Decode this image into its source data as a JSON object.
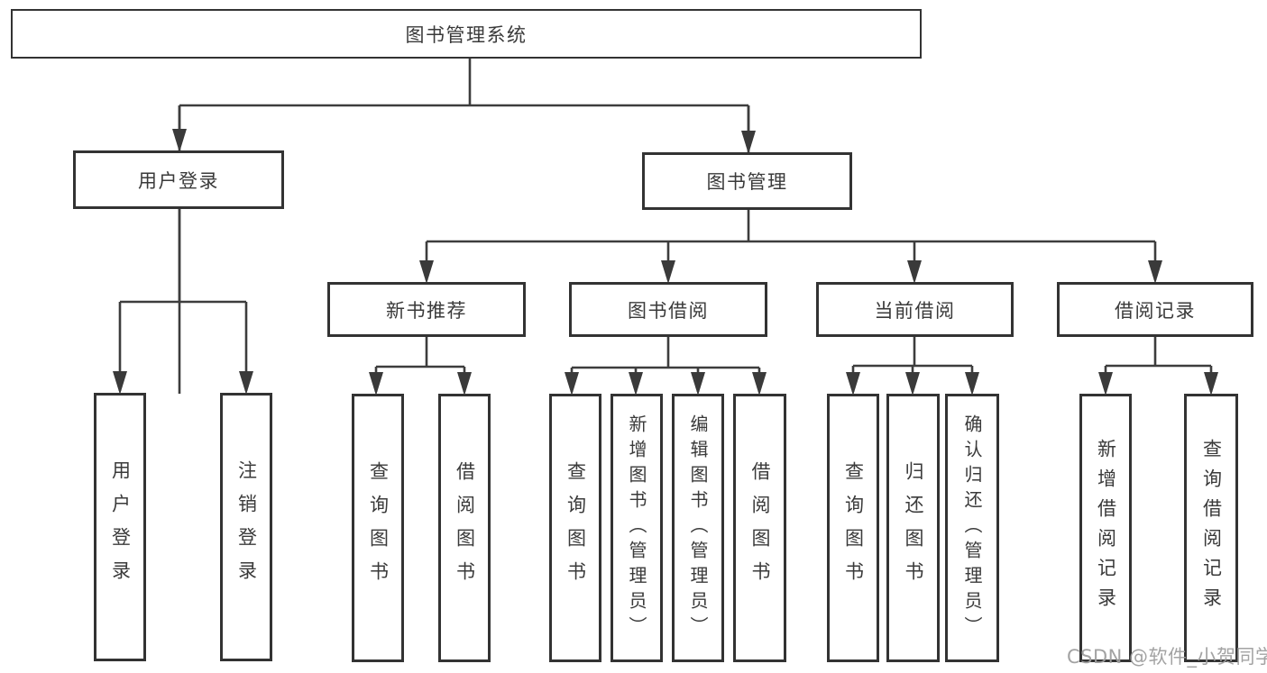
{
  "diagram": {
    "title": "图书管理系统",
    "root": {
      "label": "图书管理系统"
    },
    "level2": {
      "user_login": {
        "label": "用户登录"
      },
      "book_mgmt": {
        "label": "图书管理"
      }
    },
    "level3": {
      "new_books": {
        "label": "新书推荐"
      },
      "book_borrow": {
        "label": "图书借阅"
      },
      "current_borrow": {
        "label": "当前借阅"
      },
      "borrow_records": {
        "label": "借阅记录"
      }
    },
    "leaves": {
      "user_login_leaf": {
        "label": "用户登录"
      },
      "logout": {
        "label": "注销登录"
      },
      "nb_query_books": {
        "label": "查询图书"
      },
      "nb_borrow_books": {
        "label": "借阅图书"
      },
      "bb_query_books": {
        "label": "查询图书"
      },
      "bb_add_books": {
        "label": "新增图书（管理员）"
      },
      "bb_edit_books": {
        "label": "编辑图书（管理员）"
      },
      "bb_borrow_books": {
        "label": "借阅图书"
      },
      "cb_query_books": {
        "label": "查询图书"
      },
      "cb_return_books": {
        "label": "归还图书"
      },
      "cb_confirm_return": {
        "label": "确认归还（管理员）"
      },
      "rec_add_record": {
        "label": "新增借阅记录"
      },
      "rec_query_record": {
        "label": "查询借阅记录"
      }
    }
  },
  "watermark": "CSDN @软件_小贺同学",
  "colors": {
    "line": "#3d3d3d",
    "border": "#333333",
    "text": "#3a3a3a",
    "watermark": "#9e9e9e"
  }
}
